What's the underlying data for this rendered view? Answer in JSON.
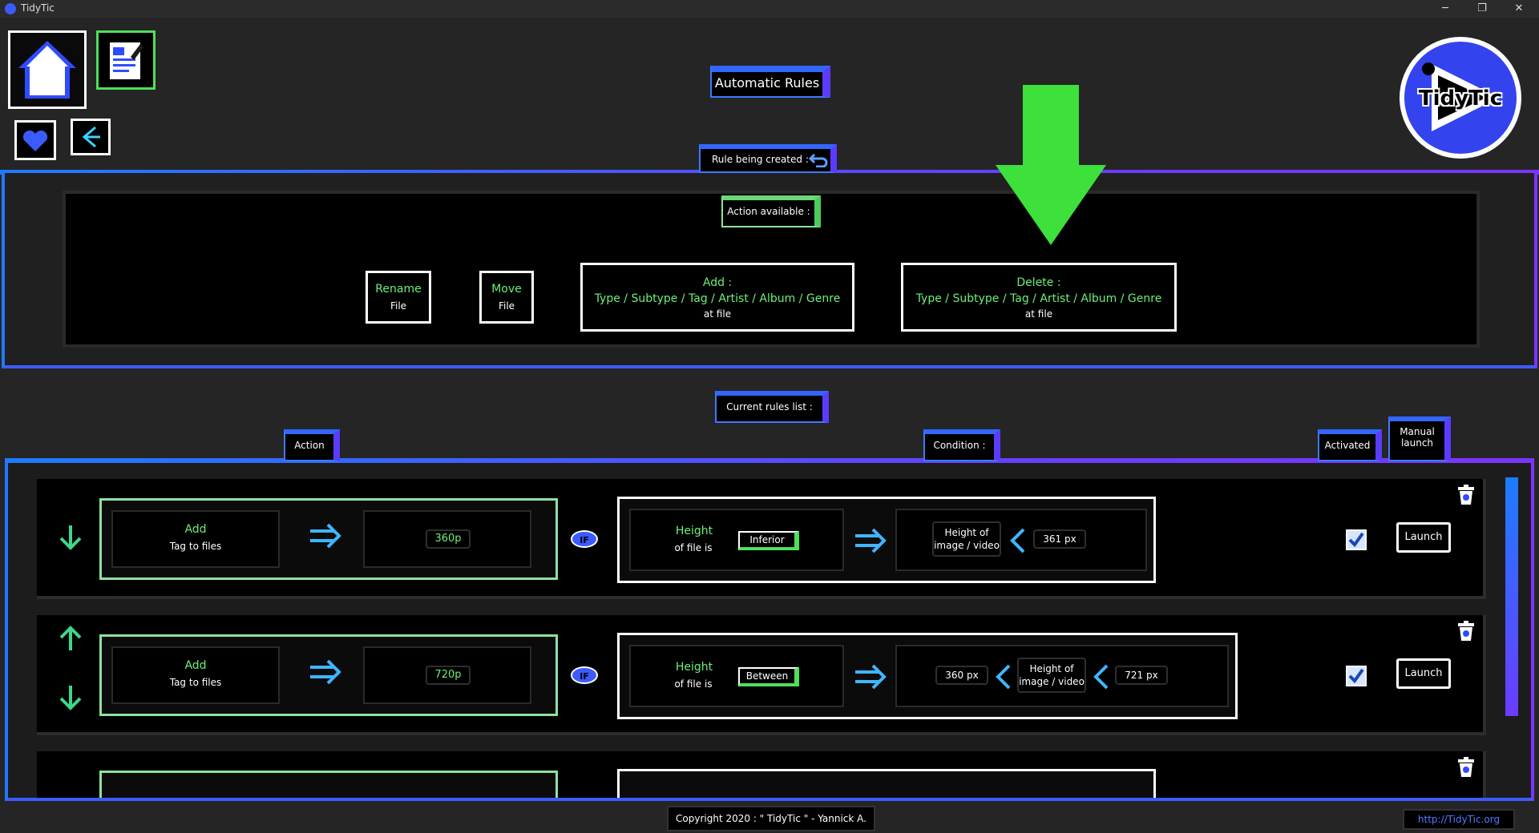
{
  "window": {
    "title": "TidyTic",
    "minimize": "─",
    "maximize": "❐",
    "close": "✕"
  },
  "header": {
    "title": "Automatic Rules"
  },
  "logo": {
    "text": "TidyTic"
  },
  "creation": {
    "label": "Rule being created :",
    "actions_label": "Action available :",
    "actions": [
      {
        "title": "Rename",
        "sub": "File"
      },
      {
        "title": "Move",
        "sub": "File"
      },
      {
        "title": "Add :",
        "line2": "Type / Subtype / Tag / Artist / Album / Genre",
        "sub": "at file"
      },
      {
        "title": "Delete :",
        "line2": "Type / Subtype / Tag / Artist / Album / Genre",
        "sub": "at file"
      }
    ]
  },
  "rules_list": {
    "label": "Current rules list :",
    "columns": {
      "action": "Action",
      "condition": "Condition :",
      "activated": "Activated",
      "manual_l1": "Manual",
      "manual_l2": "launch"
    },
    "rules": [
      {
        "action_title": "Add",
        "action_sub": "Tag to files",
        "value": "360p",
        "if": "IF",
        "cond_l1": "Height",
        "cond_l2": "of file is",
        "operator": "Inferior",
        "target_l1": "Height of",
        "target_l2": "image / video",
        "limit": "361 px",
        "launch": "Launch"
      },
      {
        "action_title": "Add",
        "action_sub": "Tag to files",
        "value": "720p",
        "if": "IF",
        "cond_l1": "Height",
        "cond_l2": "of file is",
        "operator": "Between",
        "low": "360 px",
        "target_l1": "Height of",
        "target_l2": "image / video",
        "limit": "721 px",
        "launch": "Launch"
      }
    ]
  },
  "footer": {
    "copyright": "Copyright 2020 : \" TidyTic \" - Yannick A.",
    "link": "http://TidyTic.org"
  },
  "colors": {
    "accent_blue": "#2f6bff",
    "accent_purple": "#7a3cff",
    "green": "#3ee03c",
    "text_green": "#6bf07a"
  }
}
